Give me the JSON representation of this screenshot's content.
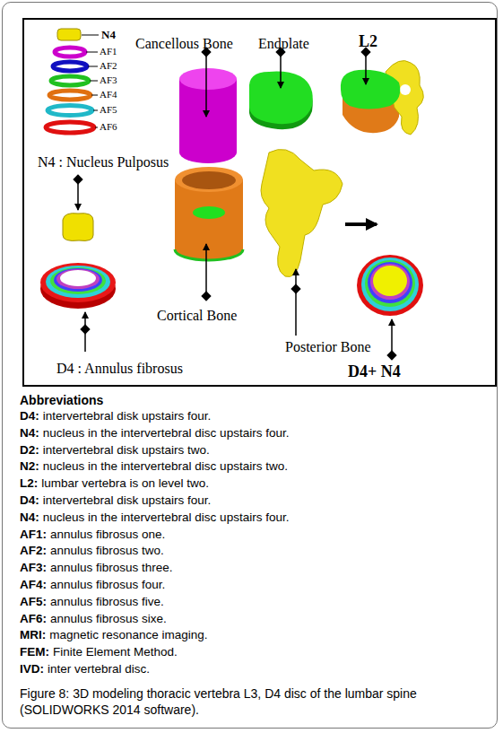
{
  "diagram": {
    "caption": "Figure 8: 3D modeling thoracic vertebra L3, D4 disc of the lumbar spine (SOLIDWORKS 2014 software).",
    "labels": [
      "N4",
      "AF1",
      "AF2",
      "AF3",
      "AF4",
      "AF5",
      "AF6",
      "Cancellous Bone",
      "Endplate",
      "L2",
      "N4 : Nucleus Pulposus",
      "Cortical Bone",
      "Posterior Bone",
      "D4 : Annulus fibrosus",
      "D4+ N4",
      "Abbreviations",
      "D4:",
      "intervertebral disk upstairs four.",
      "N4:",
      "nucleus in the intervertebral disc upstairs four.",
      "D2:",
      "intervertebral disk upstairs two.",
      "N2:",
      "nucleus in the intervertebral disc upstairs two.",
      "L2:",
      "lumbar vertebra is on level two.",
      "D4:",
      "intervertebral disk upstairs four.",
      "N4:",
      "nucleus in the intervertebral disc upstairs four.",
      "AF1:",
      "annulus fibrosus one.",
      "AF2:",
      "annulus fibrosus two.",
      "AF3:",
      "annulus fibrosus three.",
      "AF4:",
      "annulus fibrosus four.",
      "AF5:",
      "annulus fibrosus five.",
      "AF6:",
      "annulus fibrosus sixe.",
      "MRI:",
      "magnetic resonance imaging.",
      "FEM:",
      "Finite Element Method.",
      "IVD:",
      "inter vertebral disc."
    ]
  }
}
